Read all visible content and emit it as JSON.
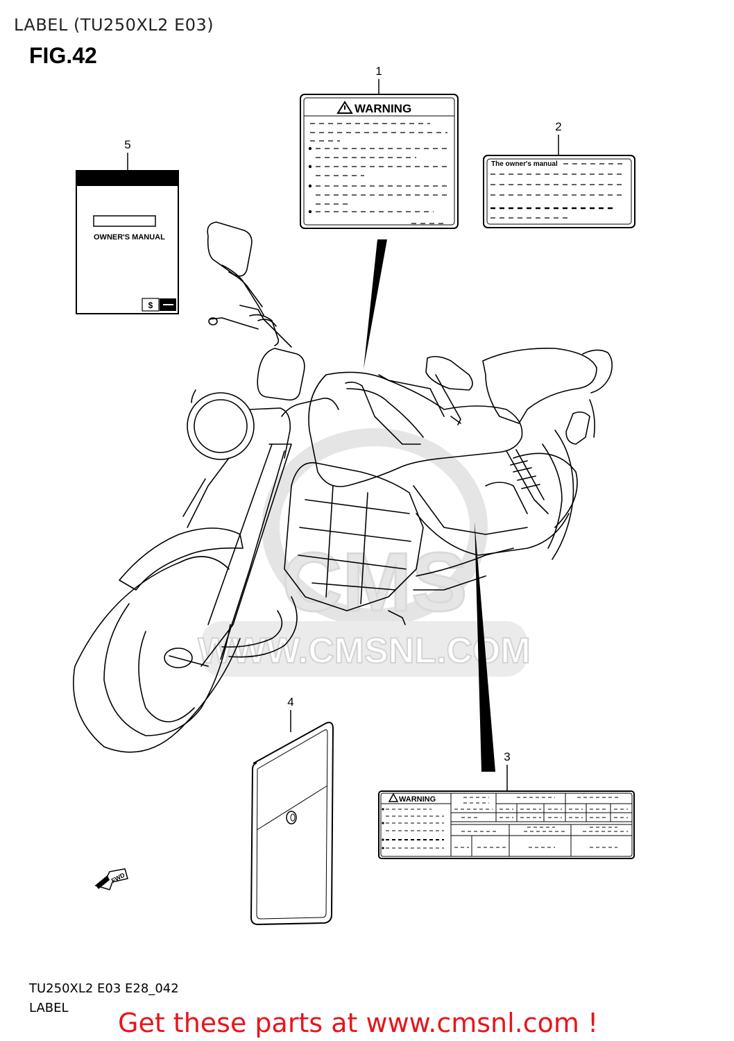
{
  "header": {
    "title": "LABEL (TU250XL2 E03)",
    "figure": "FIG.42"
  },
  "callouts": [
    "1",
    "2",
    "3",
    "4",
    "5"
  ],
  "parts": {
    "warning_label": {
      "heading": "WARNING"
    },
    "owners_manual_label": {
      "heading": "The owner's manual"
    },
    "tire_info_label": {
      "heading": "WARNING"
    },
    "owners_manual": {
      "title": "OWNER'S MANUAL"
    },
    "fwd_arrow": "FWD"
  },
  "watermark": {
    "text": "WWW.CMSNL.COM",
    "logo": "CMS"
  },
  "footer": {
    "code": "TU250XL2 E03 E28_042",
    "name": "LABEL",
    "promo": "Get these parts at www.cmsnl.com !"
  },
  "colors": {
    "line": "#000000",
    "promo": "#e8141c",
    "watermark": "#d9d9d9"
  }
}
